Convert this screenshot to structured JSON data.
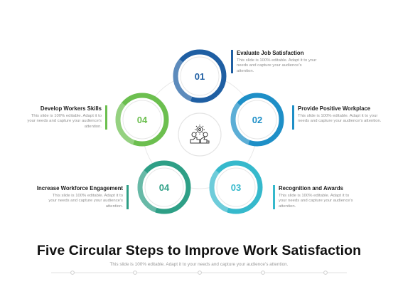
{
  "colors": {
    "blue_dark": "#1f5fa3",
    "blue_mid": "#1e8fc7",
    "teal": "#36b9cc",
    "green_teal": "#2e9f86",
    "green": "#6cbf4f",
    "connector": "#e6e6e6"
  },
  "center": {
    "icon": "gear-coins-thumbs-up-icon"
  },
  "steps": [
    {
      "number": "01",
      "title": "Evaluate Job Satisfaction",
      "desc": "This slide is 100% editable. Adapt it to your needs and capture your audience's attention.",
      "color": "#1f5fa3"
    },
    {
      "number": "02",
      "title": "Provide Positive Workplace",
      "desc": "This slide is 100% editable. Adapt it to your needs and capture your audience's attention.",
      "color": "#1e8fc7"
    },
    {
      "number": "03",
      "title": "Recognition and Awards",
      "desc": "This slide is 100% editable. Adapt it to your needs and capture your audience's attention.",
      "color": "#36b9cc"
    },
    {
      "number": "04",
      "title": "Increase Workforce Engagement",
      "desc": "This slide is 100% editable. Adapt it to your needs and capture your audience's attention.",
      "color": "#2e9f86"
    },
    {
      "number": "04",
      "title": "Develop Workers Skills",
      "desc": "This slide is 100% editable. Adapt it to your needs and capture your audience's attention.",
      "color": "#6cbf4f"
    }
  ],
  "footer": {
    "title": "Five Circular Steps to Improve Work Satisfaction",
    "subtitle": "This slide is 100% editable. Adapt it to your needs and capture your audience's attention."
  }
}
